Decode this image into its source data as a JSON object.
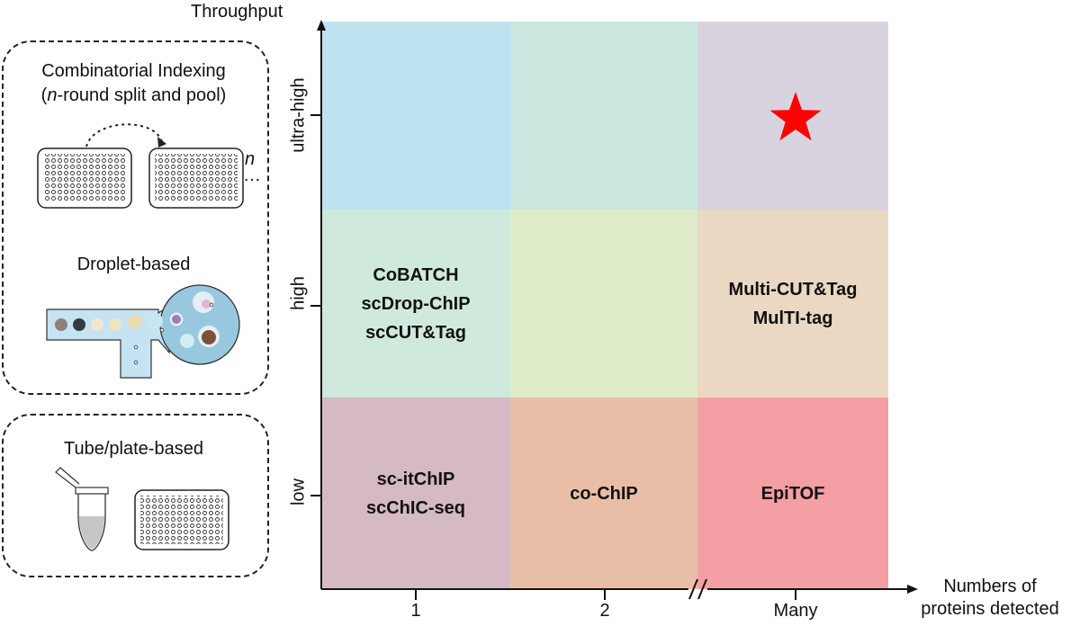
{
  "left_panel": {
    "combinatorial": {
      "title": "Combinatorial Indexing",
      "subtitle_italic": "n",
      "subtitle_rest": "-round split and pool)",
      "subtitle_open": "(",
      "n_label": "n",
      "ellipsis": "…"
    },
    "droplet": {
      "title": "Droplet-based"
    },
    "tube": {
      "title": "Tube/plate-based"
    }
  },
  "axes": {
    "y_title": "Throughput",
    "y_ticks": [
      "ultra-high",
      "high",
      "low"
    ],
    "x_ticks": [
      "1",
      "2",
      "Many"
    ],
    "x_title_line1": "Numbers of",
    "x_title_line2": "proteins detected"
  },
  "grid": {
    "rows": [
      {
        "cells": [
          {
            "color": "#bde3f0",
            "labels": []
          },
          {
            "color": "#cbe8e0",
            "labels": []
          },
          {
            "color": "#d9d3e0",
            "labels": [],
            "star": true
          }
        ]
      },
      {
        "cells": [
          {
            "color": "#cfe9dc",
            "labels": [
              "CoBATCH",
              "scDrop-ChIP",
              "scCUT&Tag"
            ]
          },
          {
            "color": "#deecc9",
            "labels": []
          },
          {
            "color": "#ead8c3",
            "labels": [
              "Multi-CUT&Tag",
              "MulTI-tag"
            ]
          }
        ]
      },
      {
        "cells": [
          {
            "color": "#d5b9c5",
            "labels": [
              "sc-itChIP",
              "scChIC-seq"
            ]
          },
          {
            "color": "#e8bfa6",
            "labels": [
              "co-ChIP"
            ]
          },
          {
            "color": "#f39fa3",
            "labels": [
              "EpiTOF"
            ]
          }
        ]
      }
    ],
    "star_color": "#ff0000"
  }
}
